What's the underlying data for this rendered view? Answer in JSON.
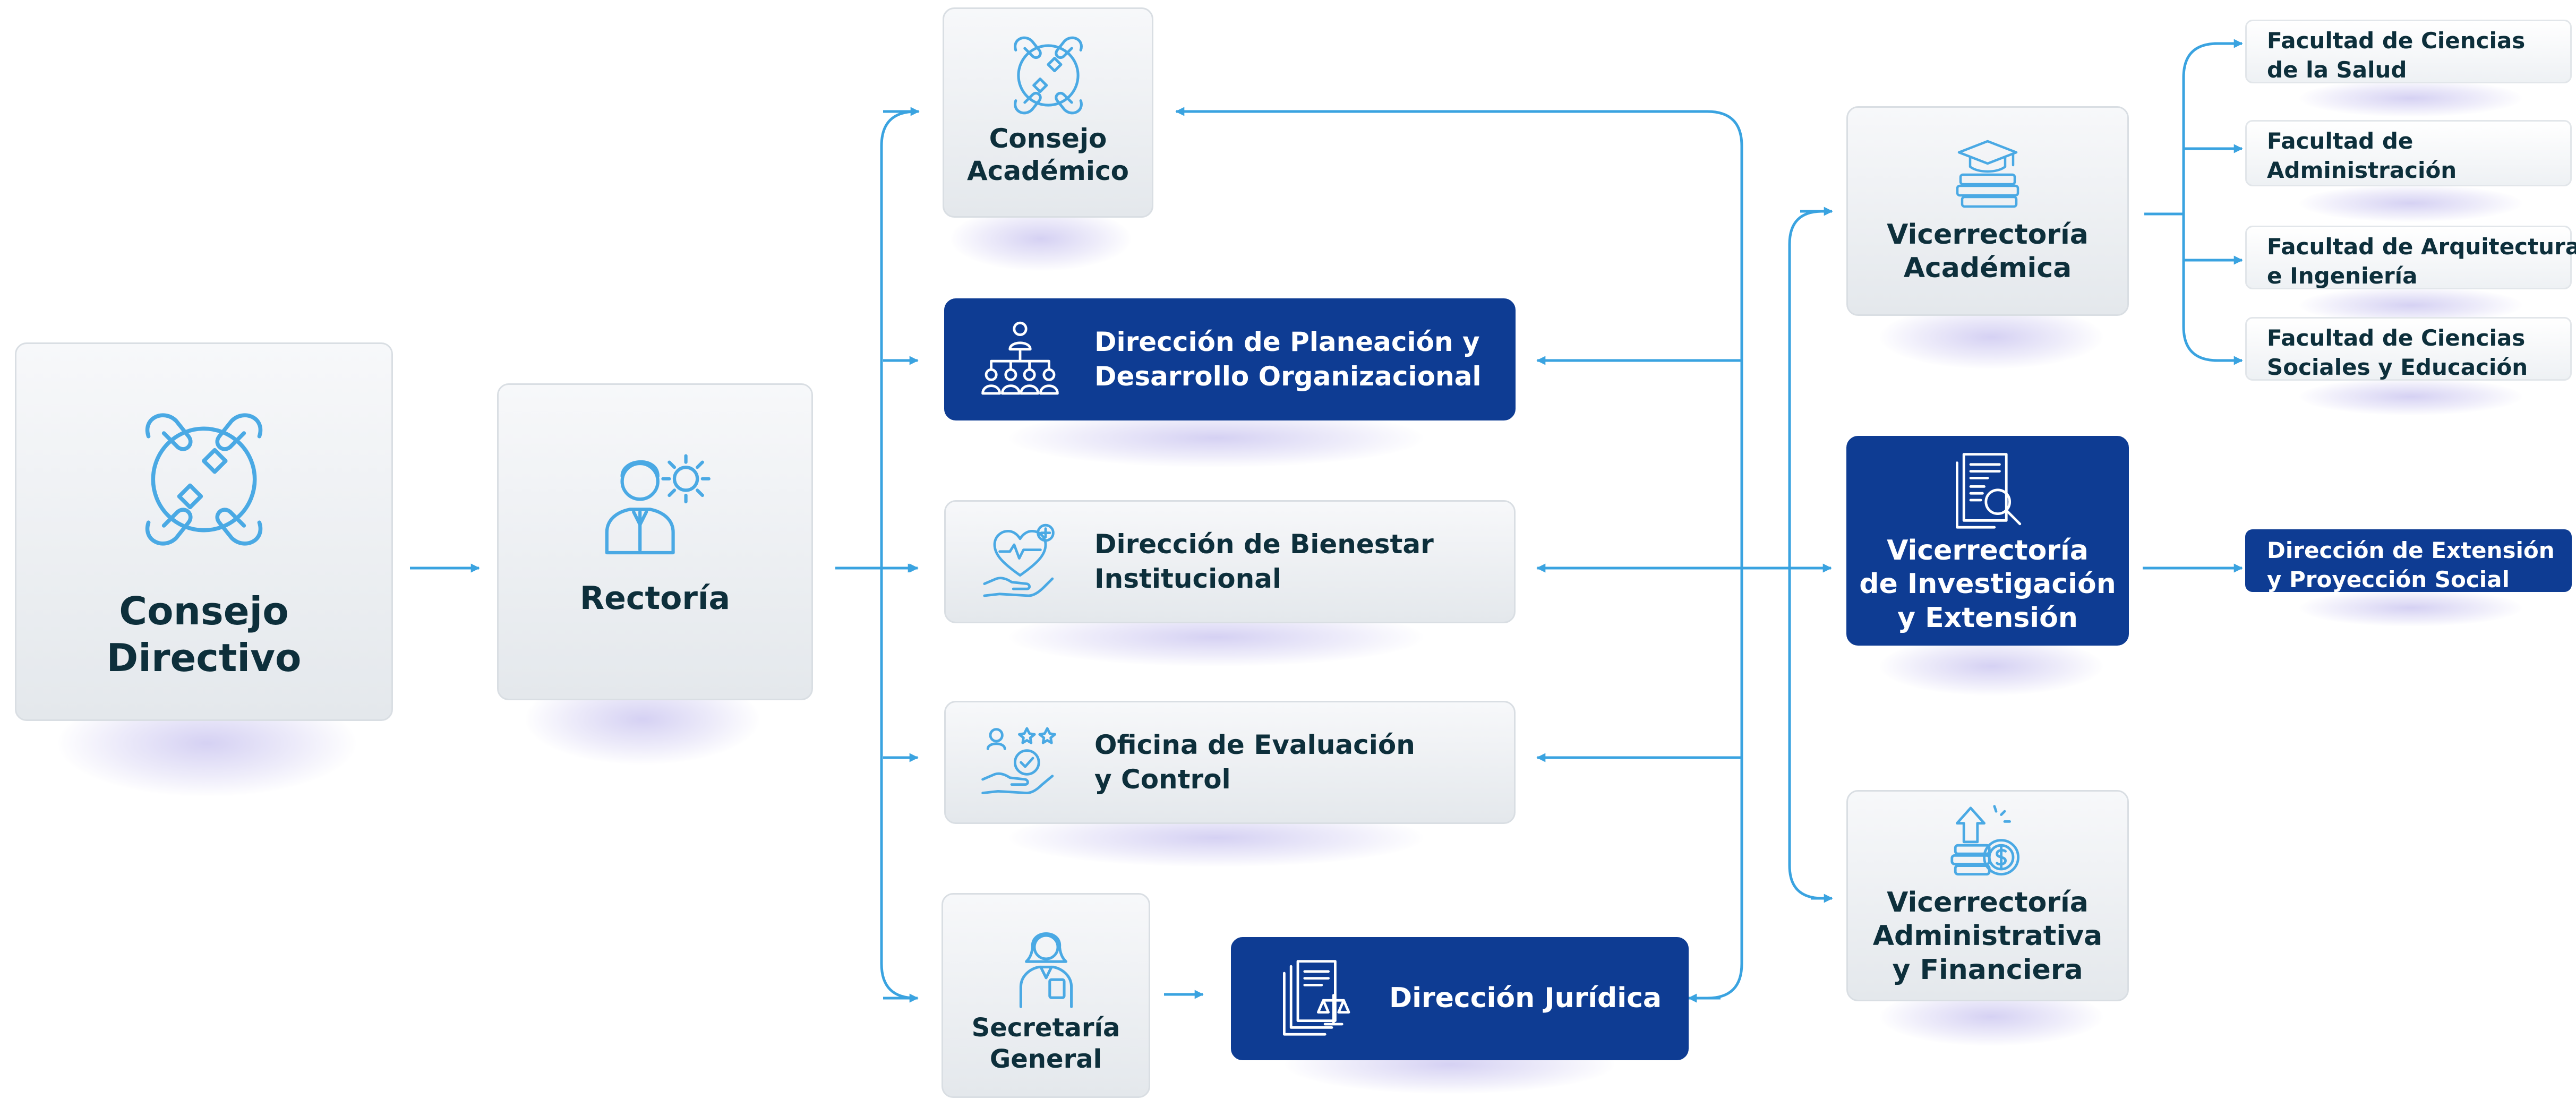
{
  "nodes": {
    "consejo_directivo": {
      "line1": "Consejo",
      "line2": "Directivo",
      "icon": "hands-circle-icon"
    },
    "rectoria": {
      "line1": "Rectoría",
      "icon": "manager-gear-icon"
    },
    "consejo_academico": {
      "line1": "Consejo",
      "line2": "Académico",
      "icon": "hands-circle-icon"
    },
    "planeacion": {
      "line1": "Dirección de Planeación y",
      "line2": "Desarrollo Organizacional",
      "icon": "org-hierarchy-icon"
    },
    "bienestar": {
      "line1": "Dirección de Bienestar",
      "line2": "Institucional",
      "icon": "heart-care-hand-icon"
    },
    "evaluacion": {
      "line1": "Oficina de Evaluación",
      "line2": "y Control",
      "icon": "rating-hand-icon"
    },
    "secretaria": {
      "line1": "Secretaría",
      "line2": "General",
      "icon": "secretary-woman-icon"
    },
    "juridica": {
      "line1": "Dirección Jurídica",
      "icon": "legal-documents-scale-icon"
    },
    "vic_academica": {
      "line1": "Vicerrectoría",
      "line2": "Académica",
      "icon": "graduation-books-icon"
    },
    "vic_investigacion": {
      "line1": "Vicerrectoría",
      "line2": "de Investigación",
      "line3": "y Extensión",
      "icon": "document-search-icon"
    },
    "vic_administrativa": {
      "line1": "Vicerrectoría",
      "line2": "Administrativa",
      "line3": "y Financiera",
      "icon": "money-growth-icon"
    }
  },
  "faculties": [
    {
      "line1": "Facultad de Ciencias",
      "line2": "de la Salud"
    },
    {
      "line1": "Facultad de",
      "line2": "Administración"
    },
    {
      "line1": "Facultad de Arquitectura",
      "line2": "e Ingeniería"
    },
    {
      "line1": "Facultad de Ciencias",
      "line2": "Sociales y Educación"
    }
  ],
  "extension": {
    "line1": "Dirección de Extensión",
    "line2": "y Proyección Social"
  },
  "colors": {
    "dark_blue": "#0e3c93",
    "line_blue": "#3aa3e0",
    "icon_blue": "#4aa9e4",
    "text_dark": "#0d2f3b"
  }
}
